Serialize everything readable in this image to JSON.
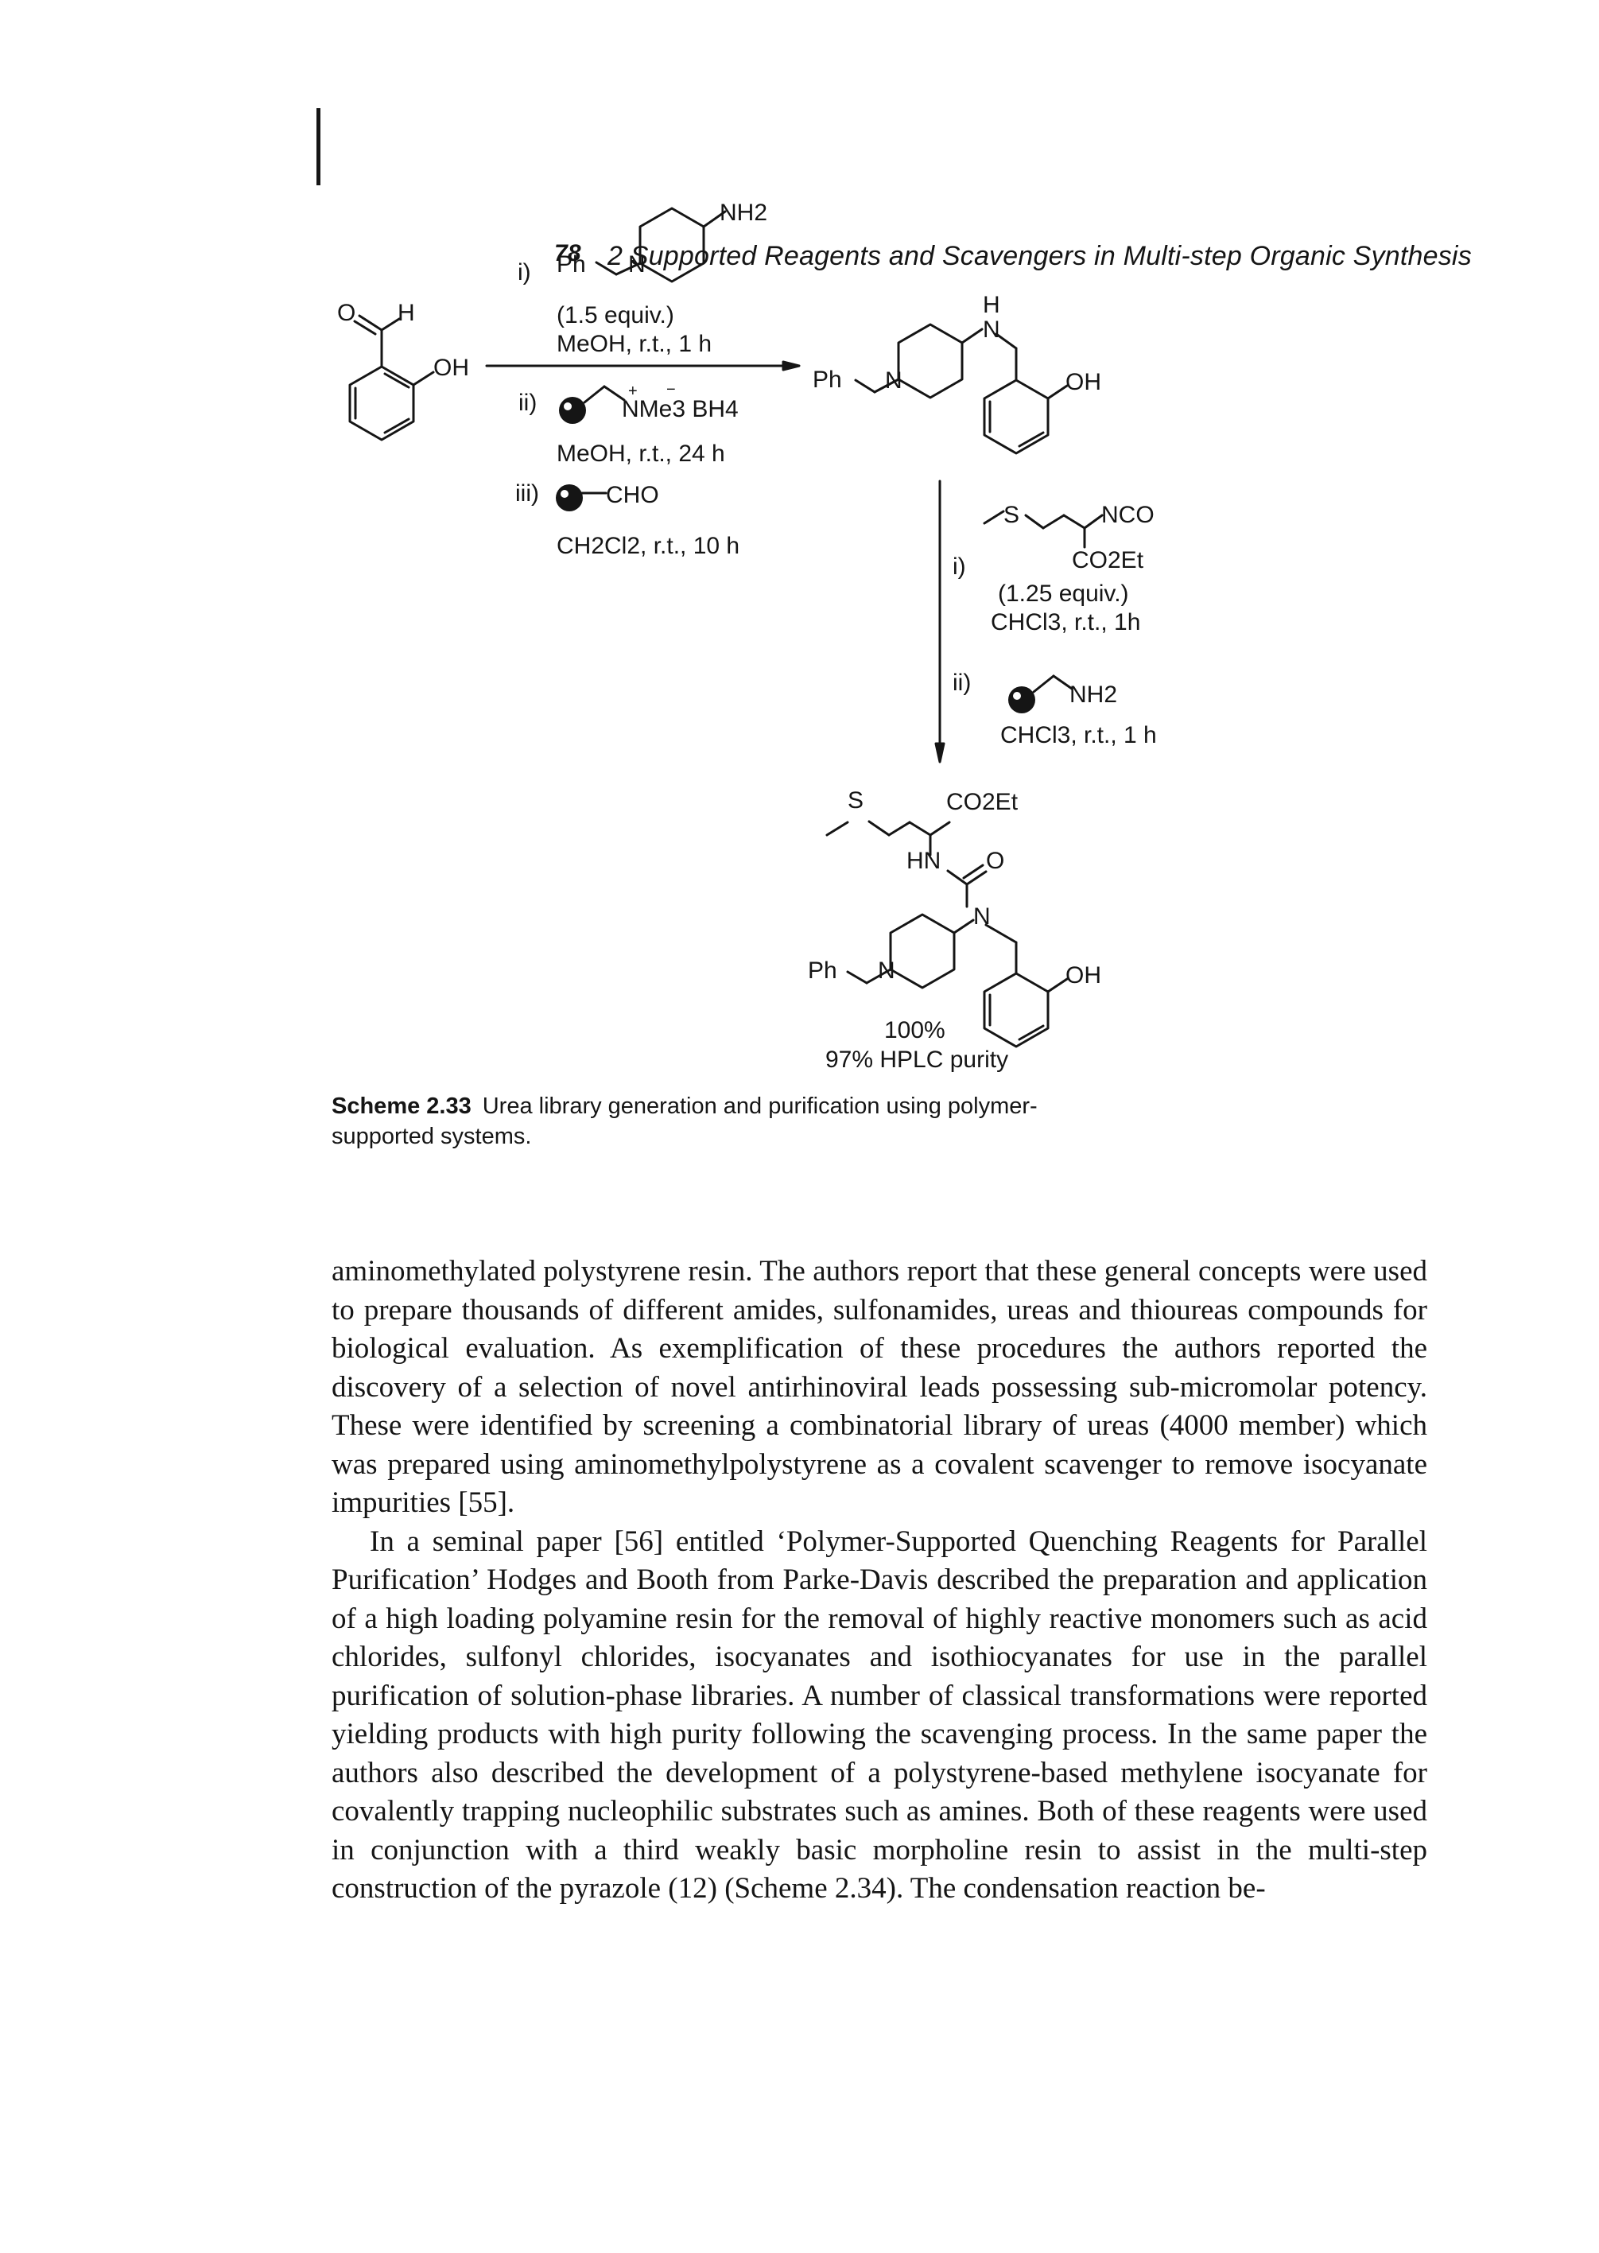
{
  "header": {
    "page_number": "78",
    "title": "2 Supported Reagents and Scavengers in Multi-step Organic Synthesis"
  },
  "scheme": {
    "start_labels": {
      "carbonyl": "O",
      "h": "H",
      "oh": "OH"
    },
    "step1": {
      "i_label": "i)",
      "amine_ph": "Ph",
      "amine_n": "N",
      "amine_nh2": "NH2",
      "equiv": "(1.5 equiv.)",
      "cond": "MeOH, r.t., 1 h",
      "ii_label": "ii)",
      "resin_reagent": "NMe3 BH4",
      "ii_cond": "MeOH, r.t., 24 h",
      "iii_label": "iii)",
      "iii_reagent": "CHO",
      "iii_cond": "CH2Cl2, r.t., 10 h"
    },
    "intermediate": {
      "ph": "Ph",
      "n_ring": "N",
      "h": "H",
      "n_amine": "N",
      "oh": "OH"
    },
    "step2": {
      "i_label": "i)",
      "s": "S",
      "nco": "NCO",
      "co2et": "CO2Et",
      "equiv": "(1.25 equiv.)",
      "cond": "CHCl3, r.t., 1h",
      "ii_label": "ii)",
      "nh2": "NH2",
      "ii_cond": "CHCl3, r.t., 1 h"
    },
    "product": {
      "s": "S",
      "co2et": "CO2Et",
      "hn": "HN",
      "o": "O",
      "n_urea": "N",
      "ph": "Ph",
      "n_ring": "N",
      "oh": "OH",
      "yield": "100%",
      "purity": "97% HPLC purity"
    }
  },
  "caption": {
    "label": "Scheme 2.33",
    "text": "Urea library generation and purification using polymer-supported systems."
  },
  "body": {
    "paragraphs": [
      "aminomethylated polystyrene resin. The authors report that these general concepts were used to prepare thousands of different amides, sulfonamides, ureas and thioureas compounds for biological evaluation. As exemplification of these procedures the authors reported the discovery of a selection of novel antirhinoviral leads possessing sub-micromolar potency. These were identified by screening a combinatorial library of ureas (4000 member) which was prepared using aminomethylpolystyrene as a covalent scavenger to remove isocyanate impurities [55].",
      "In a seminal paper [56] entitled ‘Polymer-Supported Quenching Reagents for Parallel Purification’ Hodges and Booth from Parke-Davis described the preparation and application of a high loading polyamine resin for the removal of highly reactive monomers such as acid chlorides, sulfonyl chlorides, isocyanates and isothiocyanates for use in the parallel purification of solution-phase libraries. A number of classical transformations were reported yielding products with high purity following the scavenging process. In the same paper the authors also described the development of a polystyrene-based methylene isocyanate for covalently trapping nucleophilic substrates such as amines. Both of these reagents were used in conjunction with a third weakly basic morpholine resin to assist in the multi-step construction of the pyrazole (12) (Scheme 2.34). The condensation reaction be-"
    ]
  }
}
